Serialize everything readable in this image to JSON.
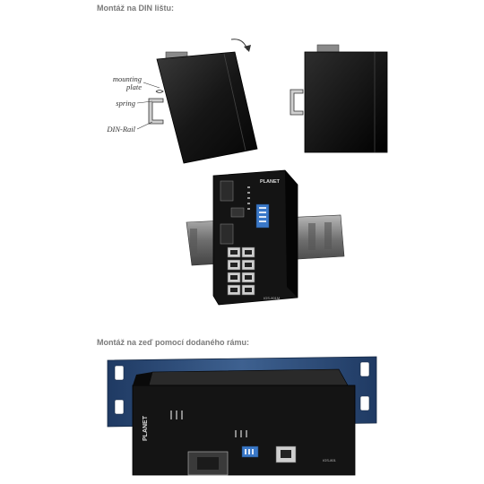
{
  "headings": {
    "din_rail": "Montáž na DIN lištu:",
    "wall": "Montáž na zeď pomocí dodaného rámu:"
  },
  "callouts": {
    "mounting_plate_line1": "mounting",
    "mounting_plate_line2": "plate",
    "spring": "spring",
    "din_rail": "DIN-Rail"
  },
  "device": {
    "brand": "PLANET",
    "model_front": "IGS-801M",
    "model_wall": "IGS-801"
  },
  "icons": {
    "rotate": "rotate-arrow-icon"
  },
  "colors": {
    "device_body": "#141414",
    "device_dark": "#050505",
    "rail": "#7d7d7d",
    "wall_bracket": "#2f4f7a",
    "heading": "#7a7a7a",
    "dip_switch": "#3a78c8"
  }
}
